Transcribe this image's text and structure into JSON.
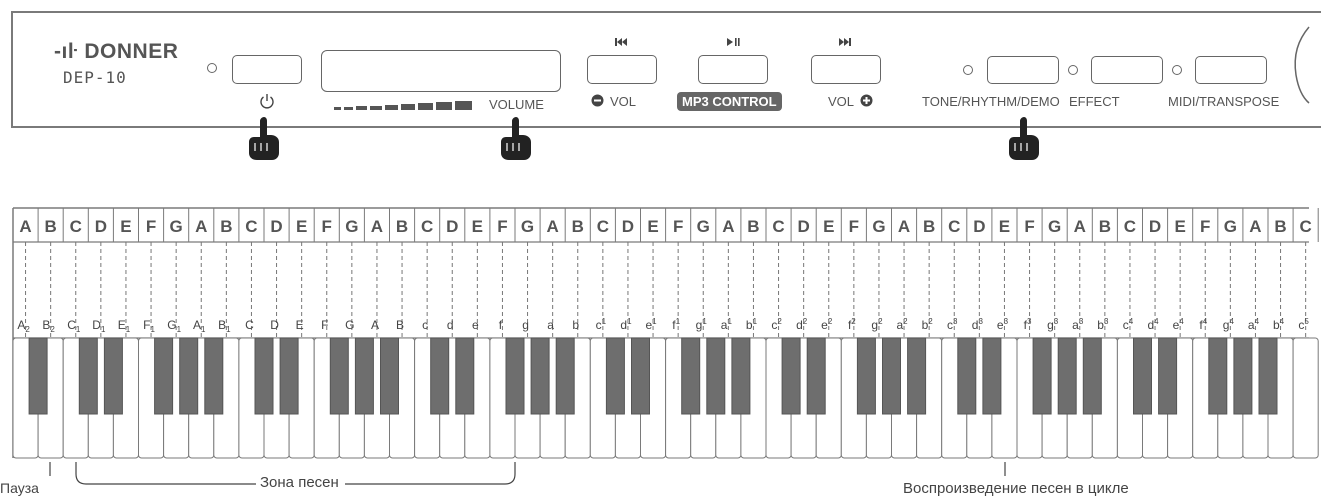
{
  "panel": {
    "brand": "DONNER",
    "model": "DEP-10",
    "volume_label": "VOLUME",
    "vol_minus_label": "VOL",
    "vol_plus_label": "VOL",
    "mp3_control_label": "MP3 CONTROL",
    "tone_label": "TONE/RHYTHM/DEMO",
    "effect_label": "EFFECT",
    "midi_label": "MIDI/TRANSPOSE",
    "icons": [
      "power-icon",
      "previous-icon",
      "play-pause-icon",
      "next-icon",
      "minus-circle-icon",
      "plus-circle-icon",
      "pointing-hand-icon"
    ]
  },
  "keyboard": {
    "top_note_letters": [
      "A",
      "B",
      "C",
      "D",
      "E",
      "F",
      "G",
      "A",
      "B",
      "C",
      "D",
      "E",
      "F",
      "G",
      "A",
      "B",
      "C",
      "D",
      "E",
      "F",
      "G",
      "A",
      "B",
      "C",
      "D",
      "E",
      "F",
      "G",
      "A",
      "B",
      "C",
      "D",
      "E",
      "F",
      "G",
      "A",
      "B",
      "C",
      "D",
      "E",
      "F",
      "G",
      "A",
      "B",
      "C",
      "D",
      "E",
      "F",
      "G",
      "A",
      "B",
      "C"
    ],
    "note_names": [
      {
        "b": "A",
        "s": "2"
      },
      {
        "b": "B",
        "s": "2"
      },
      {
        "b": "C",
        "s": "1"
      },
      {
        "b": "D",
        "s": "1"
      },
      {
        "b": "E",
        "s": "1"
      },
      {
        "b": "F",
        "s": "1"
      },
      {
        "b": "G",
        "s": "1"
      },
      {
        "b": "A",
        "s": "1"
      },
      {
        "b": "B",
        "s": "1"
      },
      {
        "b": "C",
        "s": ""
      },
      {
        "b": "D",
        "s": ""
      },
      {
        "b": "E",
        "s": ""
      },
      {
        "b": "F",
        "s": ""
      },
      {
        "b": "G",
        "s": ""
      },
      {
        "b": "A",
        "s": ""
      },
      {
        "b": "B",
        "s": ""
      },
      {
        "b": "c",
        "s": ""
      },
      {
        "b": "d",
        "s": ""
      },
      {
        "b": "e",
        "s": ""
      },
      {
        "b": "f",
        "s": ""
      },
      {
        "b": "g",
        "s": ""
      },
      {
        "b": "a",
        "s": ""
      },
      {
        "b": "b",
        "s": ""
      },
      {
        "b": "c",
        "s": "1"
      },
      {
        "b": "d",
        "s": "1"
      },
      {
        "b": "e",
        "s": "1"
      },
      {
        "b": "f",
        "s": "1"
      },
      {
        "b": "g",
        "s": "1"
      },
      {
        "b": "a",
        "s": "1"
      },
      {
        "b": "b",
        "s": "1"
      },
      {
        "b": "c",
        "s": "2"
      },
      {
        "b": "d",
        "s": "2"
      },
      {
        "b": "e",
        "s": "2"
      },
      {
        "b": "f",
        "s": "2"
      },
      {
        "b": "g",
        "s": "2"
      },
      {
        "b": "a",
        "s": "2"
      },
      {
        "b": "b",
        "s": "2"
      },
      {
        "b": "c",
        "s": "3"
      },
      {
        "b": "d",
        "s": "3"
      },
      {
        "b": "e",
        "s": "3"
      },
      {
        "b": "f",
        "s": "3"
      },
      {
        "b": "g",
        "s": "3"
      },
      {
        "b": "a",
        "s": "3"
      },
      {
        "b": "b",
        "s": "3"
      },
      {
        "b": "c",
        "s": "4"
      },
      {
        "b": "d",
        "s": "4"
      },
      {
        "b": "e",
        "s": "4"
      },
      {
        "b": "f",
        "s": "4"
      },
      {
        "b": "g",
        "s": "4"
      },
      {
        "b": "a",
        "s": "4"
      },
      {
        "b": "b",
        "s": "4"
      },
      {
        "b": "c",
        "s": "5"
      }
    ]
  },
  "annotations": {
    "pause_label": "Пауза",
    "song_zone_label": "Зона песен",
    "loop_label": "Воспроизведение песен в цикле"
  },
  "colors": {
    "outline": "#7a7a7a",
    "black_key": "#6e6e6e",
    "text": "#444444"
  }
}
